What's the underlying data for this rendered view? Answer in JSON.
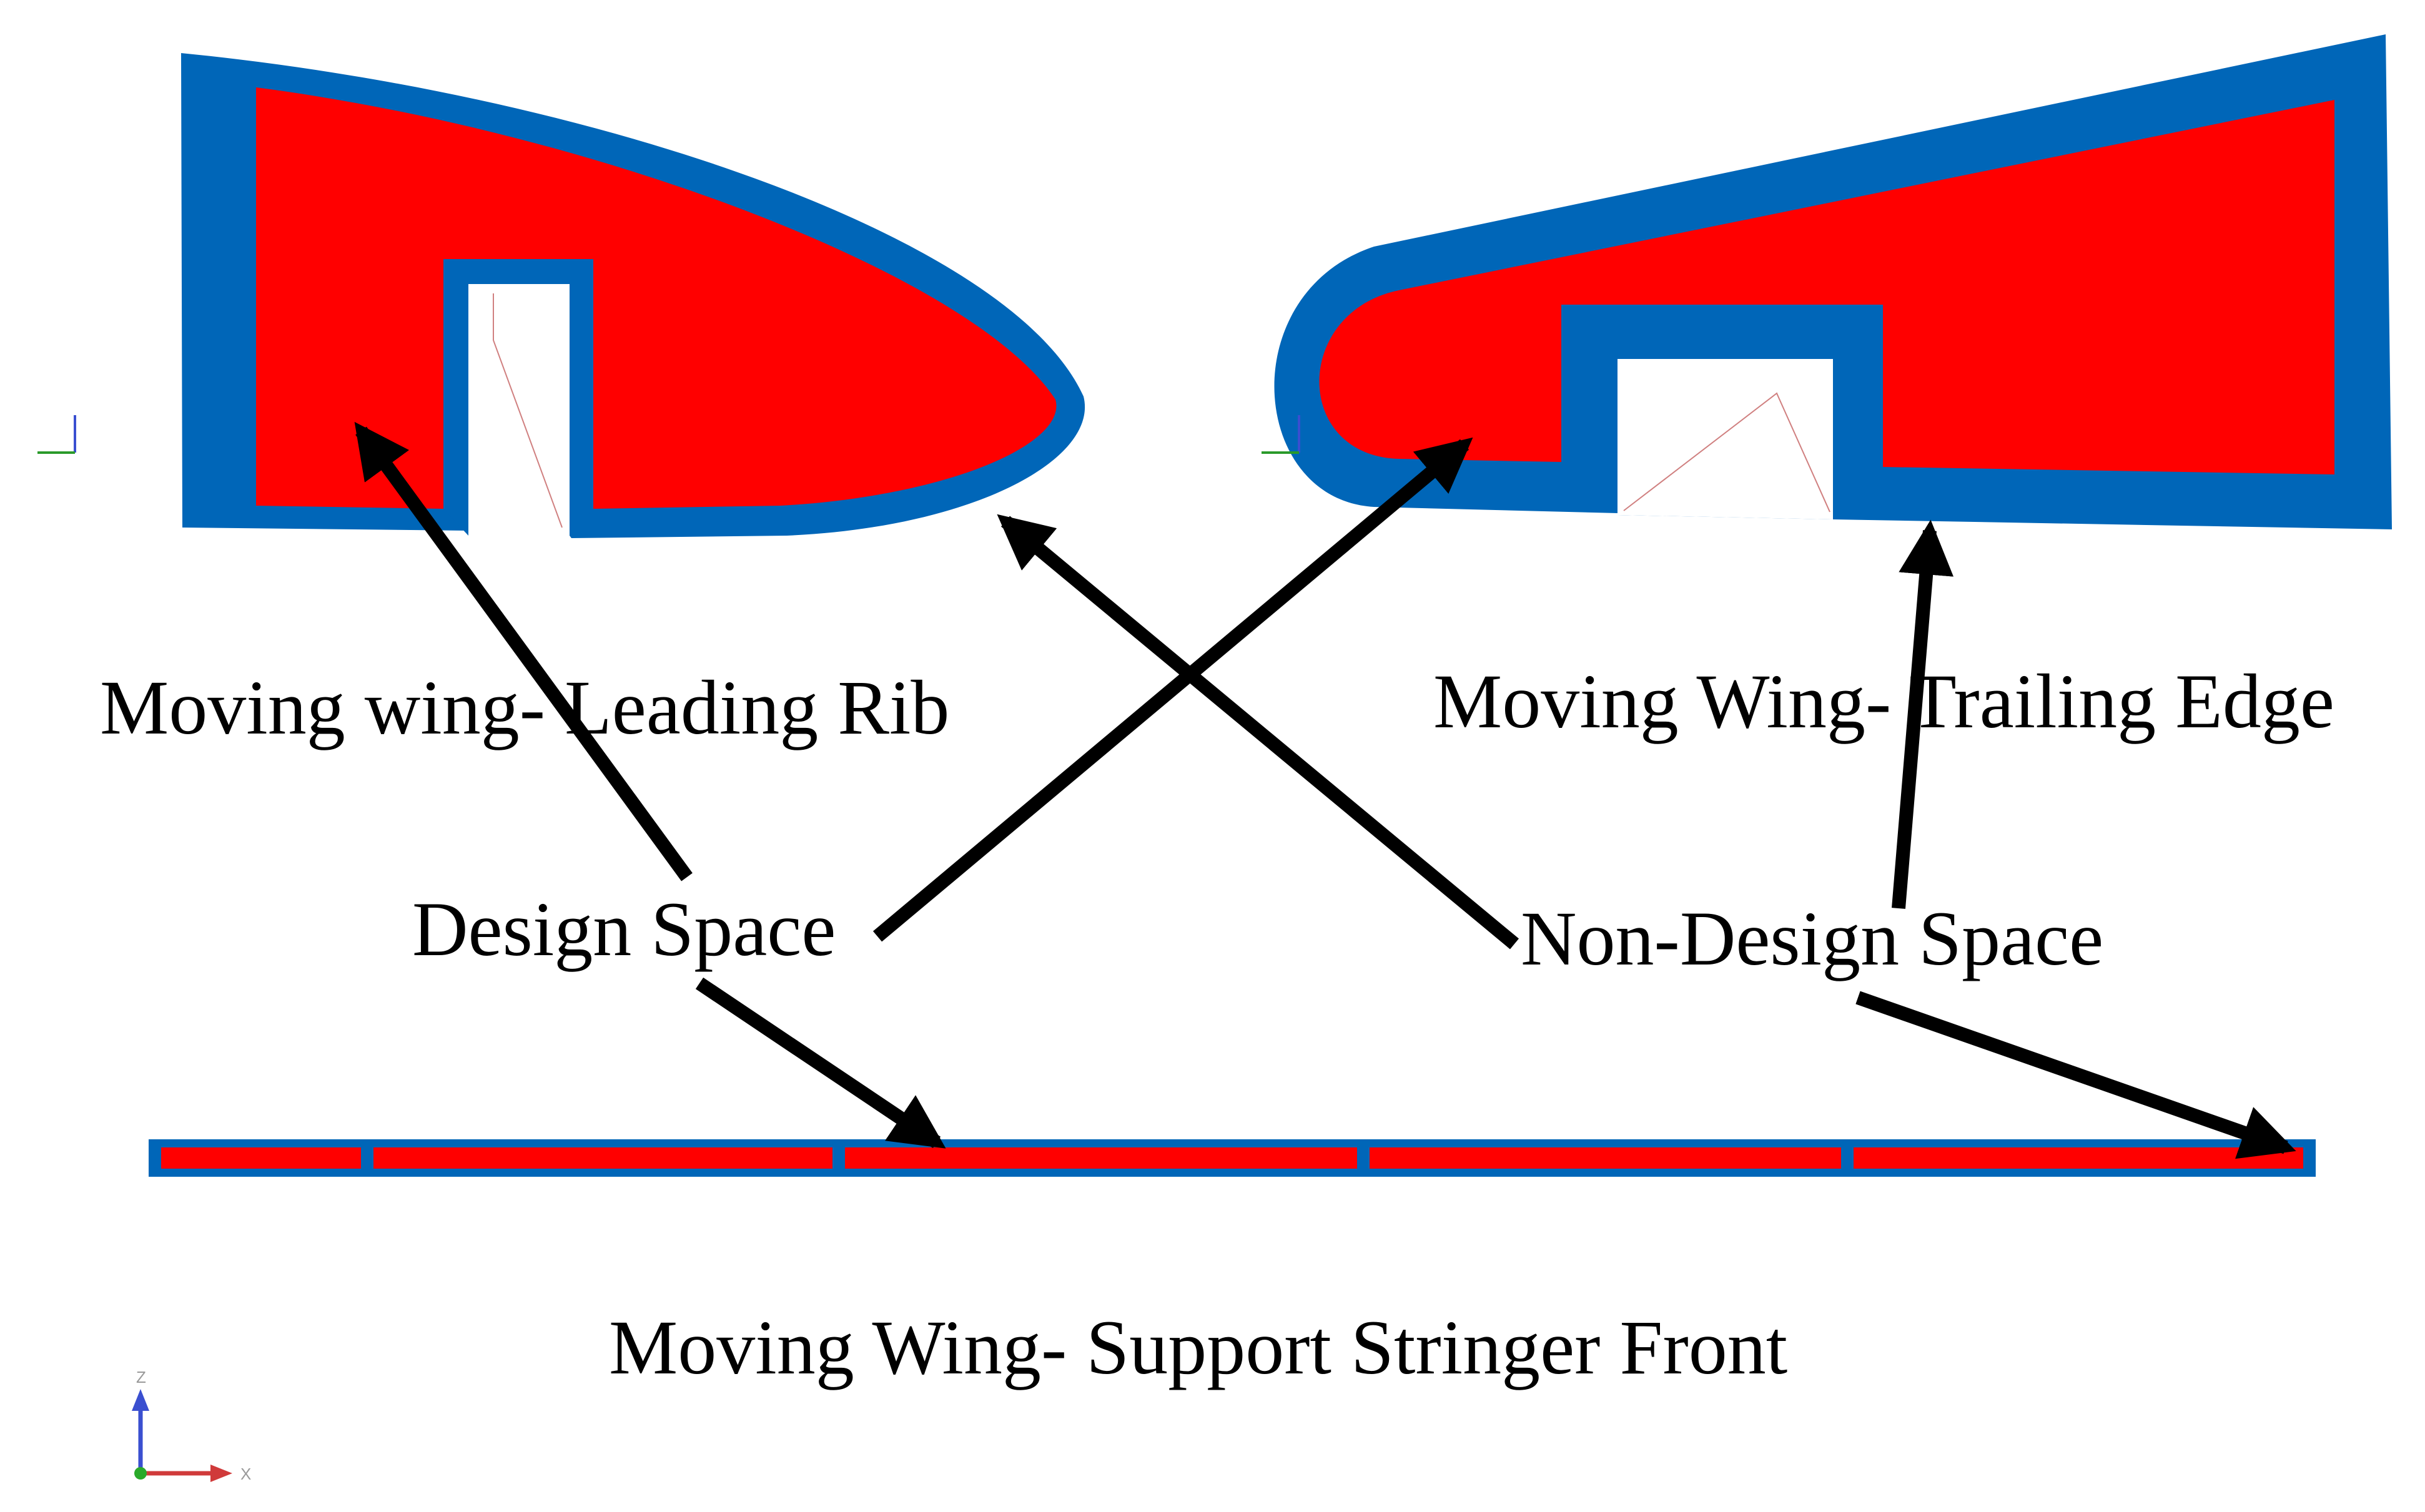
{
  "labels": {
    "leading_rib": "Moving wing- Leading Rib",
    "trailing_edge": "Moving Wing- Trailing Edge",
    "design_space": "Design Space",
    "non_design_space": "Non-Design Space",
    "support_stringer": "Moving Wing- Support Stringer Front"
  },
  "triad": {
    "z": "Z",
    "x": "X"
  },
  "legend_colors": {
    "design_space": "#ff0000",
    "non_design_space": "#0066b8"
  },
  "arrow_color": "#000000"
}
